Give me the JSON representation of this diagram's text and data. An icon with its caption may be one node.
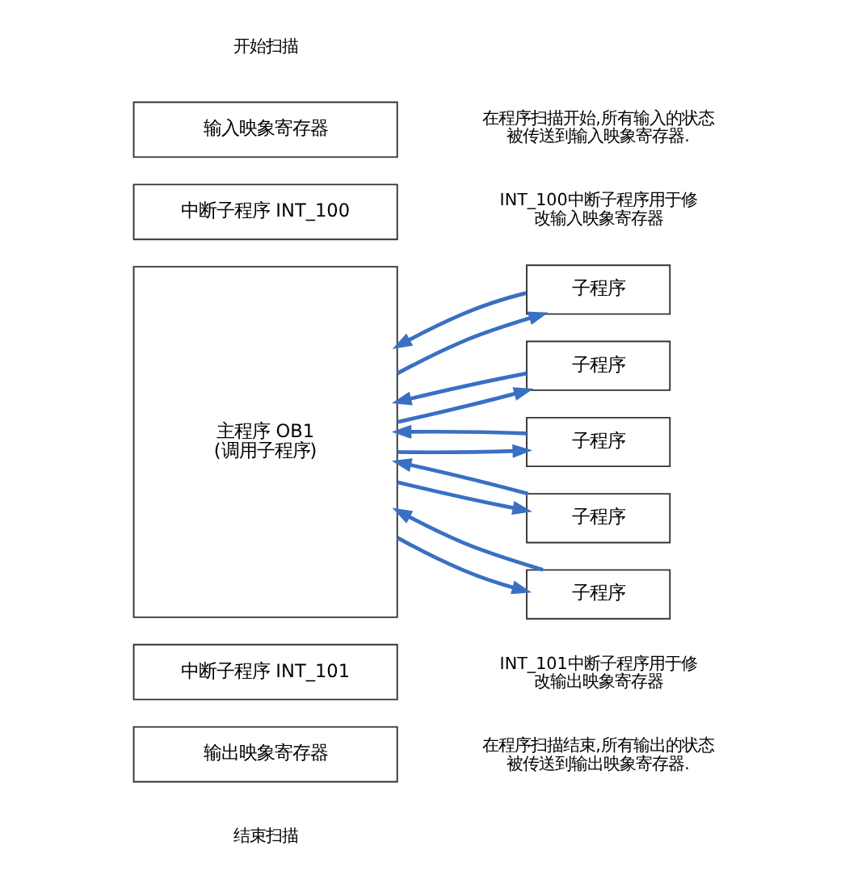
{
  "diagram": {
    "nodes": [
      {
        "text": [
          "输入映象寄存器"
        ]
      },
      {
        "text": [
          "中断子程序 INT_100"
        ]
      },
      {
        "text": [
          "主程序 OB1",
          "(调用子程序)"
        ]
      },
      {
        "text": [
          "中断子程序 INT_101"
        ]
      },
      {
        "text": [
          "输出映象寄存器"
        ]
      },
      {
        "text": [
          "子程序"
        ]
      },
      {
        "text": [
          "子程序"
        ]
      },
      {
        "text": [
          "子程序"
        ]
      },
      {
        "text": [
          "子程序"
        ]
      },
      {
        "text": [
          "子程序"
        ]
      }
    ],
    "edges": [
      {
        "from": 2,
        "to": 5,
        "arrow": "to"
      },
      {
        "from": 5,
        "to": 2,
        "arrow": "to"
      },
      {
        "from": 2,
        "to": 6,
        "arrow": "to"
      },
      {
        "from": 6,
        "to": 2,
        "arrow": "to"
      },
      {
        "from": 2,
        "to": 7,
        "arrow": "to"
      },
      {
        "from": 7,
        "to": 2,
        "arrow": "to"
      },
      {
        "from": 2,
        "to": 8,
        "arrow": "to"
      },
      {
        "from": 8,
        "to": 2,
        "arrow": "to"
      },
      {
        "from": 2,
        "to": 9,
        "arrow": "to"
      },
      {
        "from": 9,
        "to": 2,
        "arrow": "to"
      }
    ],
    "labels": [
      "开始扫描",
      "在程序扫描开始,所有输入的状态被传送到输入映象寄存器.",
      "INT_100中断子程序用于修改输入映象寄存器",
      "INT_101中断子程序用于修改输出映象寄存器",
      "在程序扫描结束,所有输出的状态被传送到输出映象寄存器.",
      "结束扫描"
    ]
  }
}
